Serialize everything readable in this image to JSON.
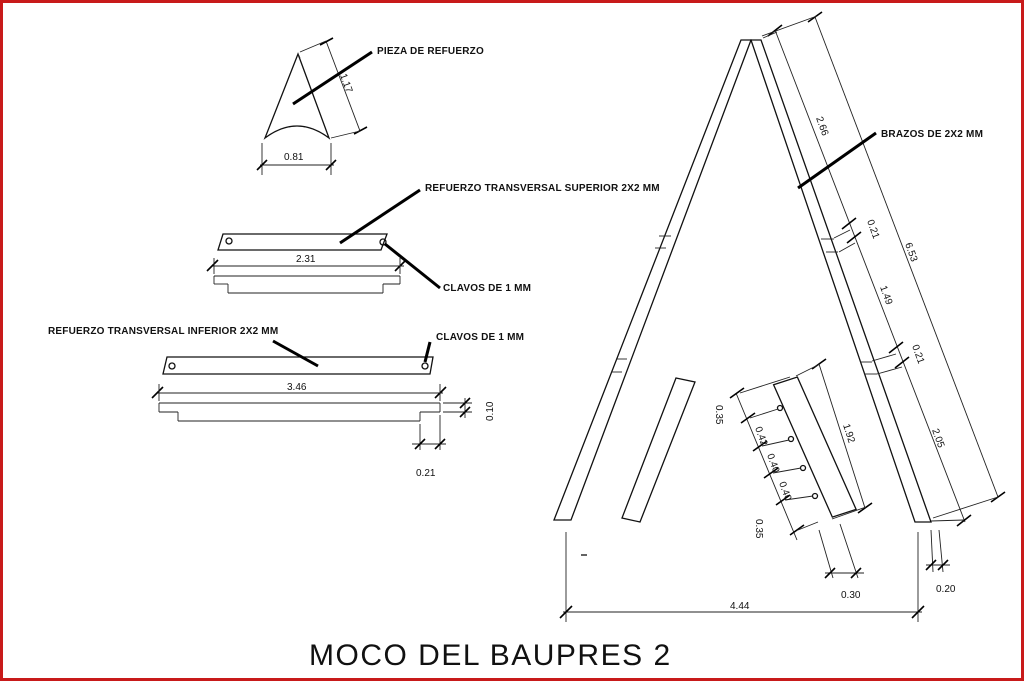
{
  "title": "MOCO DEL BAUPRES 2",
  "labels": {
    "pieza_refuerzo": "PIEZA DE REFUERZO",
    "refuerzo_superior": "REFUERZO TRANSVERSAL SUPERIOR 2X2 MM",
    "clavos_1": "CLAVOS DE 1 MM",
    "refuerzo_inferior": "REFUERZO TRANSVERSAL INFERIOR 2X2 MM",
    "clavos_2": "CLAVOS DE 1 MM",
    "brazos": "BRAZOS DE 2X2 MM"
  },
  "dimensions": {
    "pieza_length": "1.17",
    "pieza_width": "0.81",
    "superior_length": "2.31",
    "inferior_length": "3.46",
    "inferior_thickness": "0.10",
    "inferior_step": "0.21",
    "brazo_upper": "2.66",
    "brazo_gap_1": "0.21",
    "brazo_mid": "1.49",
    "brazo_gap_2": "0.21",
    "brazo_lower": "2.05",
    "brazo_total": "6.53",
    "brazo_width": "0.20",
    "base_width": "4.44",
    "strip_length": "1.92",
    "strip_end_top": "0.35",
    "strip_spacing_1": "0.42",
    "strip_spacing_2": "0.40",
    "strip_spacing_3": "0.40",
    "strip_end_bottom": "0.35",
    "strip_width": "0.30"
  }
}
